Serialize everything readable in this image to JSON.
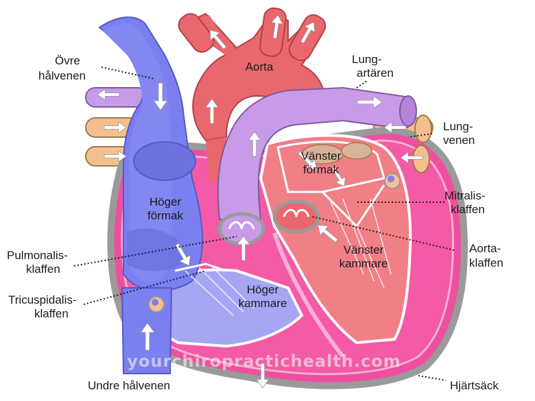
{
  "labels": {
    "aorta": "Aorta",
    "ovre_l1": "Övre",
    "ovre_l2": "hålvenen",
    "lung_art_l1": "Lung-",
    "lung_art_l2": "artären",
    "lung_ven_l1": "Lung-",
    "lung_ven_l2": "venen",
    "vanster_formak_l1": "Vänster",
    "vanster_formak_l2": "förmak",
    "hoger_formak_l1": "Höger",
    "hoger_formak_l2": "förmak",
    "mitralis_l1": "Mitralis-",
    "mitralis_l2": "klaffen",
    "pulmonalis_l1": "Pulmonalis-",
    "pulmonalis_l2": "klaffen",
    "aorta_klaffen_l1": "Aorta-",
    "aorta_klaffen_l2": "klaffen",
    "vanster_kammare_l1": "Vänster",
    "vanster_kammare_l2": "kammare",
    "tricuspidalis_l1": "Tricuspidalis-",
    "tricuspidalis_l2": "klaffen",
    "hoger_kammare_l1": "Höger",
    "hoger_kammare_l2": "kammare",
    "undre": "Undre hålvenen",
    "hjartsack": "Hjärtsäck"
  },
  "watermark": "yourchiropractichealth.com",
  "colors": {
    "vein_blue": "#7b7ff0",
    "aorta_red": "#e8686e",
    "pulmonary_lilac": "#c79be8",
    "pulmonary_vein": "#f2c08f",
    "heart_pink": "#ef4fa0",
    "sac_gray": "#9a9a9a"
  },
  "icons": [
    "flow-arrow-icon"
  ]
}
